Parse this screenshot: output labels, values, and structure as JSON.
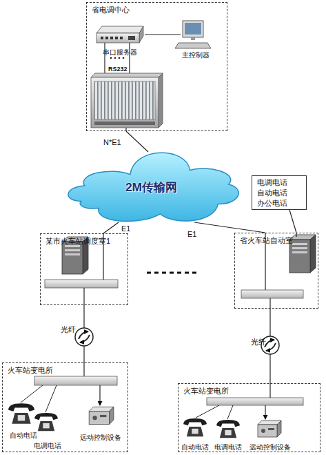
{
  "diagram": {
    "nodes": [
      {
        "text": [
          "省电调中心"
        ]
      },
      {
        "text": [
          "串口服务器"
        ],
        "in": 0
      },
      {
        "text": [
          "主控制器"
        ],
        "in": 0
      },
      {
        "text": [
          "2M传输网"
        ]
      },
      {
        "text": [
          "某市火车站调度室1"
        ]
      },
      {
        "text": [
          "电调电话 自动电话 办公电话"
        ]
      },
      {
        "text": [
          "省火车站自动室"
        ]
      },
      {
        "text": [
          "火车站变电所"
        ]
      },
      {
        "text": [
          "自动电话"
        ],
        "in": 7
      },
      {
        "text": [
          "电调电话"
        ],
        "in": 7
      },
      {
        "text": [
          "远动控制设备"
        ],
        "in": 7
      },
      {
        "text": [
          "火车站变电所"
        ]
      },
      {
        "text": [
          "自动电话"
        ],
        "in": 11
      },
      {
        "text": [
          "电调电话"
        ],
        "in": 11
      },
      {
        "text": [
          "远动控制设备"
        ],
        "in": 11
      }
    ],
    "edges": [
      {
        "from": 1,
        "to": 2,
        "arrow": "none"
      },
      {
        "from": 0,
        "to": 3,
        "label": "N*E1",
        "arrow": "none"
      },
      {
        "from": 3,
        "to": 4,
        "label": "E1",
        "arrow": "none"
      },
      {
        "from": 3,
        "to": 6,
        "label": "E1",
        "arrow": "none"
      },
      {
        "from": 5,
        "to": 6,
        "arrow": "none"
      },
      {
        "from": 4,
        "to": 7,
        "label": "光纤",
        "arrow": "none"
      },
      {
        "from": 6,
        "to": 11,
        "label": "光纤",
        "arrow": "none"
      }
    ],
    "labels": [
      "RS232"
    ]
  }
}
